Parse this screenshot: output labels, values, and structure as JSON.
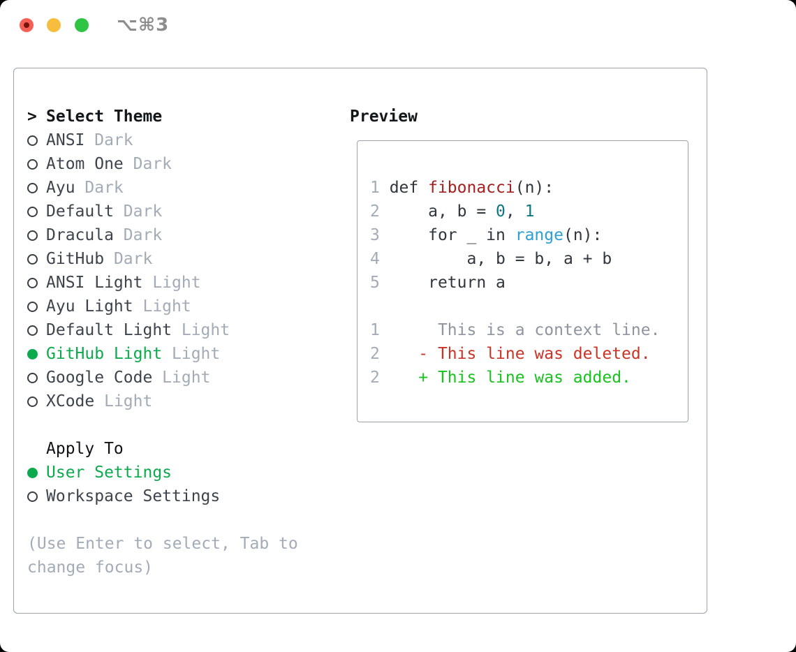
{
  "window": {
    "title": "⌥⌘3"
  },
  "traffic_lights": {
    "red": "#f45f56",
    "red_modified_dot": "#7a120c",
    "yellow": "#f6bd3f",
    "green": "#2ec544"
  },
  "colors": {
    "panel_border": "#9aa2ac",
    "header_text": "#14171a",
    "item_text": "#3d444c",
    "muted_text": "#a2abb6",
    "selected_green": "#0caa4d",
    "title_gray": "#8d8d8d",
    "code_default": "#30363d",
    "code_function_red": "#a42020",
    "code_number_teal": "#0e7680",
    "code_builtin_blue": "#2b9fd6",
    "diff_context_gray": "#8e959e",
    "diff_deleted_red": "#ca3326",
    "diff_added_green": "#18c21f"
  },
  "theme_picker": {
    "header_marker": ">",
    "header": "Select Theme",
    "items": [
      {
        "name": "ANSI",
        "variant": "Dark",
        "selected": false
      },
      {
        "name": "Atom One",
        "variant": "Dark",
        "selected": false
      },
      {
        "name": "Ayu",
        "variant": "Dark",
        "selected": false
      },
      {
        "name": "Default",
        "variant": "Dark",
        "selected": false
      },
      {
        "name": "Dracula",
        "variant": "Dark",
        "selected": false
      },
      {
        "name": "GitHub",
        "variant": "Dark",
        "selected": false
      },
      {
        "name": "ANSI Light",
        "variant": "Light",
        "selected": false
      },
      {
        "name": "Ayu Light",
        "variant": "Light",
        "selected": false
      },
      {
        "name": "Default Light",
        "variant": "Light",
        "selected": false
      },
      {
        "name": "GitHub Light",
        "variant": "Light",
        "selected": true
      },
      {
        "name": "Google Code",
        "variant": "Light",
        "selected": false
      },
      {
        "name": "XCode",
        "variant": "Light",
        "selected": false
      }
    ],
    "apply_to": {
      "header": "Apply To",
      "options": [
        {
          "label": "User Settings",
          "selected": true
        },
        {
          "label": "Workspace Settings",
          "selected": false
        }
      ]
    },
    "hint_lines": [
      "(Use Enter to select, Tab to",
      "change focus)"
    ]
  },
  "preview": {
    "title": "Preview",
    "lines": [
      [
        {
          "t": "1 ",
          "c": "ln"
        },
        {
          "t": "def ",
          "c": "code"
        },
        {
          "t": "fibonacci",
          "c": "fn"
        },
        {
          "t": "(n):",
          "c": "code"
        }
      ],
      [
        {
          "t": "2 ",
          "c": "ln"
        },
        {
          "t": "    a, b = ",
          "c": "code"
        },
        {
          "t": "0",
          "c": "num"
        },
        {
          "t": ", ",
          "c": "code"
        },
        {
          "t": "1",
          "c": "num"
        }
      ],
      [
        {
          "t": "3 ",
          "c": "ln"
        },
        {
          "t": "    for _ in ",
          "c": "code"
        },
        {
          "t": "range",
          "c": "rng"
        },
        {
          "t": "(n):",
          "c": "code"
        }
      ],
      [
        {
          "t": "4 ",
          "c": "ln"
        },
        {
          "t": "        a, b = b, a + b",
          "c": "code"
        }
      ],
      [
        {
          "t": "5 ",
          "c": "ln"
        },
        {
          "t": "    return a",
          "c": "code"
        }
      ],
      [],
      [
        {
          "t": "1 ",
          "c": "ln"
        },
        {
          "t": "     This is a context line.",
          "c": "ctx"
        }
      ],
      [
        {
          "t": "2 ",
          "c": "ln"
        },
        {
          "t": "   - This line was deleted.",
          "c": "del"
        }
      ],
      [
        {
          "t": "2 ",
          "c": "ln"
        },
        {
          "t": "   + This line was added.",
          "c": "add"
        }
      ]
    ]
  }
}
